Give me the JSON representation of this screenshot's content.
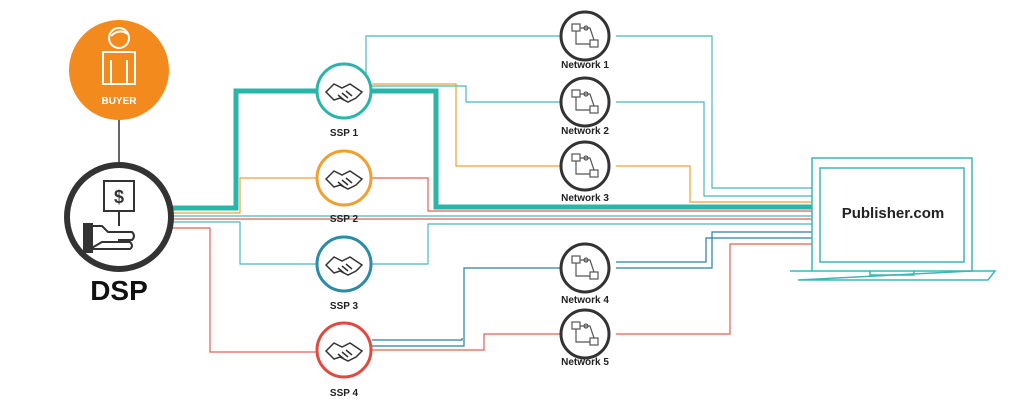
{
  "buyer": {
    "label": "BUYER",
    "color": "#F28A1E"
  },
  "dsp": {
    "label": "DSP"
  },
  "ssps": [
    {
      "label": "SSP 1",
      "color": "#2BB5A8"
    },
    {
      "label": "SSP 2",
      "color": "#F0A030"
    },
    {
      "label": "SSP 3",
      "color": "#2A8CA8"
    },
    {
      "label": "SSP 4",
      "color": "#E04A40"
    }
  ],
  "networks": [
    {
      "label": "Network 1"
    },
    {
      "label": "Network 2"
    },
    {
      "label": "Network 3"
    },
    {
      "label": "Network 4"
    },
    {
      "label": "Network 5"
    }
  ],
  "publisher": {
    "label": "Publisher.com",
    "color": "#3FB5B5"
  },
  "colors": {
    "highlight_path": "#2BB5A8",
    "teal_line": "#4AB8C0",
    "orange_line": "#F0A030",
    "red_line": "#E06050",
    "blue_line": "#2A7FA5",
    "dark": "#333333"
  },
  "icons": {
    "buyer": "person-icon",
    "dsp": "hand-holding-dollar-sign-icon",
    "ssp": "handshake-icon",
    "network": "network-nodes-icon",
    "publisher": "laptop-icon"
  }
}
